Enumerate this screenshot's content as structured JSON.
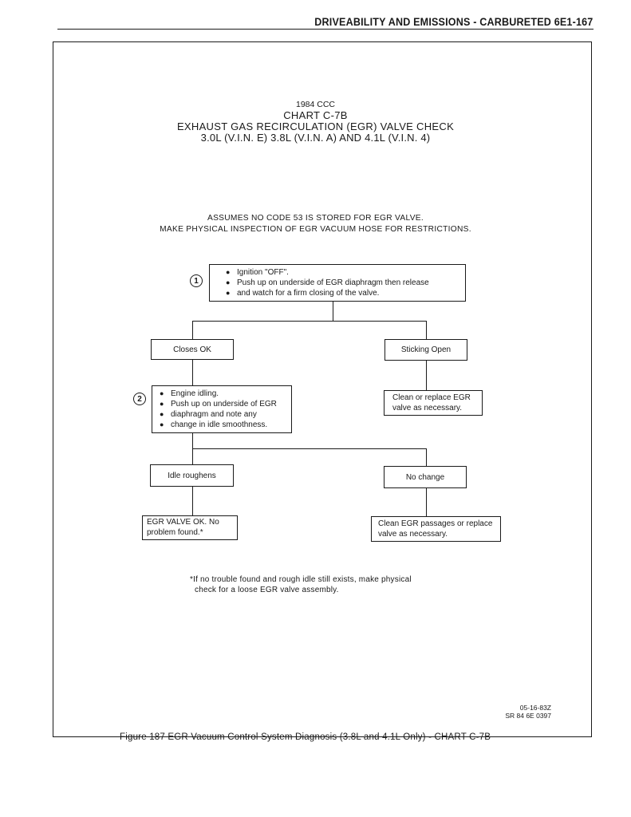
{
  "header": {
    "title": "DRIVEABILITY AND EMISSIONS - CARBURETED  6E1-167"
  },
  "chart_header": {
    "line1": "1984 CCC",
    "line2": "CHART C-7B",
    "line3": "EXHAUST GAS RECIRCULATION (EGR) VALVE CHECK",
    "line4": "3.0L (V.I.N. E) 3.8L (V.I.N. A) AND 4.1L (V.I.N. 4)"
  },
  "assumptions": {
    "line1": "ASSUMES NO CODE 53 IS STORED FOR EGR VALVE.",
    "line2": "MAKE PHYSICAL INSPECTION OF EGR VACUUM HOSE FOR RESTRICTIONS."
  },
  "steps": {
    "step1": {
      "number": "1",
      "bullet1": "Ignition \"OFF\".",
      "bullet2": "Push up on underside of EGR diaphragm then release",
      "bullet2_cont": "and watch for a firm closing of the valve."
    },
    "step2": {
      "number": "2",
      "bullet1": "Engine idling.",
      "bullet2": "Push up on underside of EGR",
      "bullet2_cont1": "diaphragm and note any",
      "bullet2_cont2": "change in idle smoothness."
    }
  },
  "nodes": {
    "closes_ok": "Closes OK",
    "sticking_open": "Sticking Open",
    "clean_replace_line1": "Clean or replace EGR",
    "clean_replace_line2": "valve as necessary.",
    "idle_roughens": "Idle roughens",
    "no_change": "No change",
    "egr_ok_line1": "EGR VALVE OK. No",
    "egr_ok_line2": "problem found.*",
    "clean_passages_line1": "Clean EGR passages or replace",
    "clean_passages_line2": "valve as necessary."
  },
  "footnote": {
    "line1": "*If no trouble found and rough idle still exists, make physical",
    "line2": "check for a loose EGR valve assembly."
  },
  "reference": {
    "date": "05-16-83Z",
    "code": "SR 84 6E 0397"
  },
  "caption": "Figure 187 EGR Vacuum Control System Diagnosis (3.8L and 4.1L Only) - CHART C-7B"
}
